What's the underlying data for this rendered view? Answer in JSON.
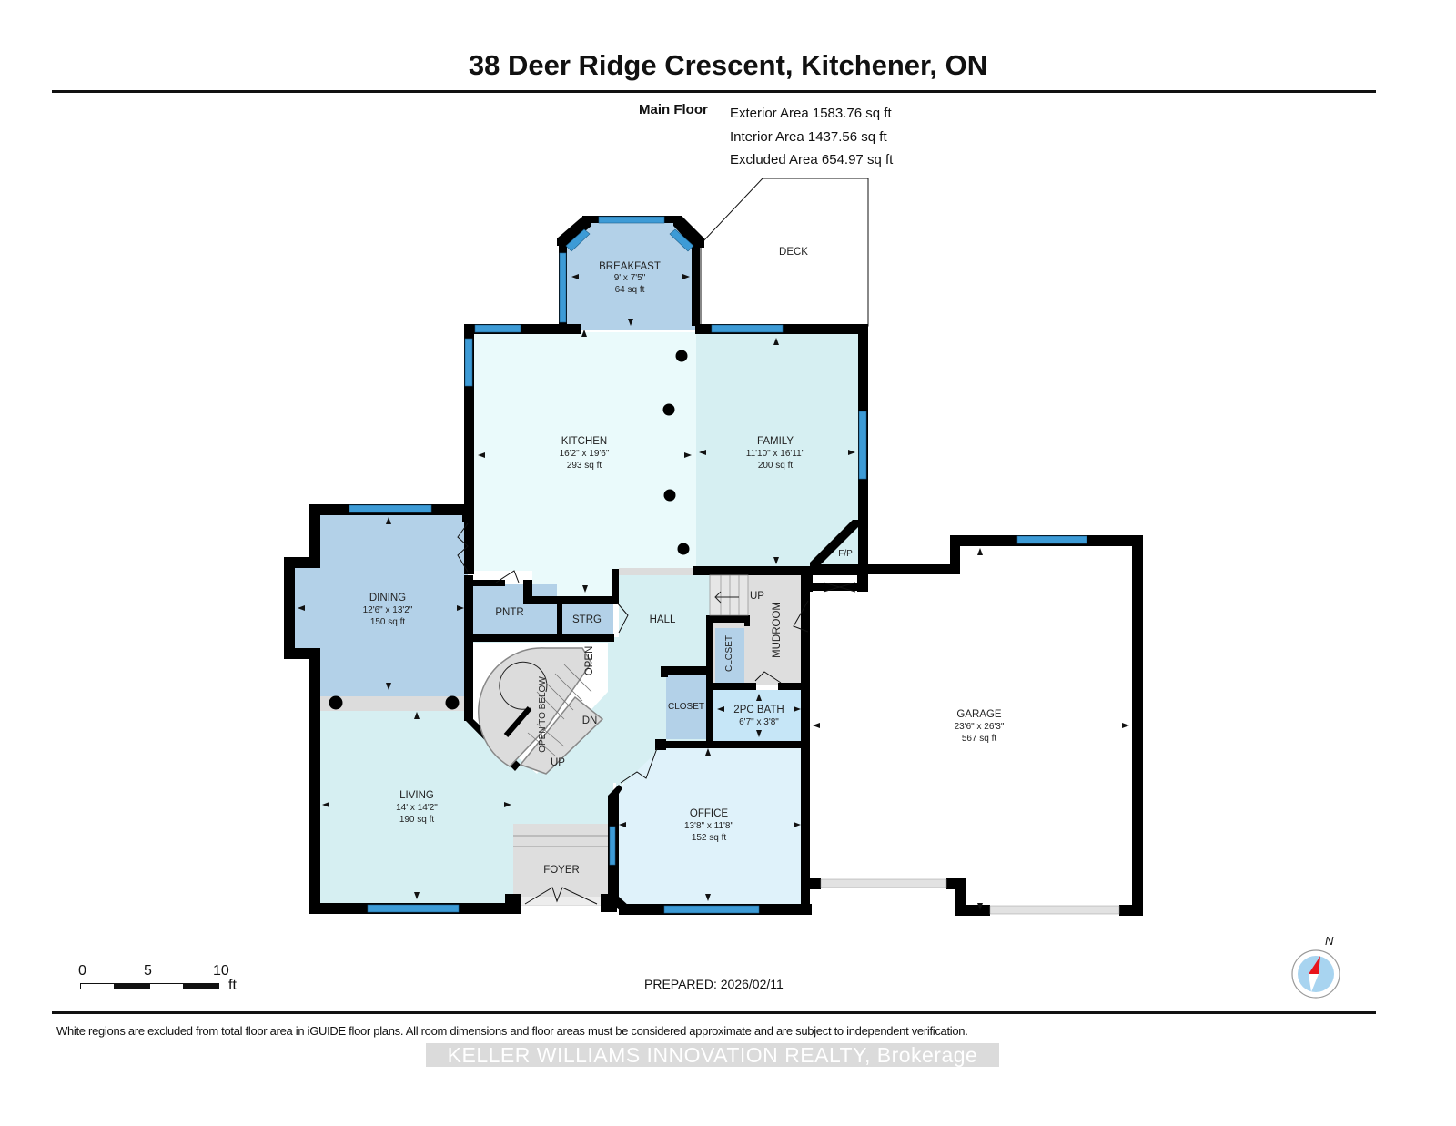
{
  "header": {
    "title": "38 Deer Ridge Crescent, Kitchener, ON",
    "floor_label": "Main Floor",
    "exterior_area": "Exterior Area 1583.76 sq ft",
    "interior_area": "Interior Area 1437.56 sq ft",
    "excluded_area": "Excluded Area 654.97 sq ft"
  },
  "colors": {
    "wall": "#000000",
    "window": "#3d9bd6",
    "room_blue": "#b3d1e8",
    "room_light": "#d6eff2",
    "room_pale": "#eafafb",
    "room_office": "#dff2fa",
    "room_bath": "#c6e6f7",
    "room_grey": "#dedede",
    "excluded": "#ffffff",
    "compass_red": "#e8141c",
    "compass_blue": "#a8d4f0"
  },
  "rooms": {
    "breakfast": {
      "name": "BREAKFAST",
      "dims": "9' x 7'5\"",
      "area": "64 sq ft"
    },
    "deck": {
      "name": "DECK"
    },
    "kitchen": {
      "name": "KITCHEN",
      "dims": "16'2\" x 19'6\"",
      "area": "293 sq ft"
    },
    "family": {
      "name": "FAMILY",
      "dims": "11'10\" x 16'11\"",
      "area": "200 sq ft"
    },
    "fp": {
      "name": "F/P"
    },
    "dining": {
      "name": "DINING",
      "dims": "12'6\" x 13'2\"",
      "area": "150 sq ft"
    },
    "pntr": {
      "name": "PNTR"
    },
    "strg": {
      "name": "STRG"
    },
    "hall": {
      "name": "HALL"
    },
    "up_mudroom_stairs": {
      "name": "UP"
    },
    "mudroom": {
      "name": "MUDROOM"
    },
    "closet_mudroom": {
      "name": "CLOSET"
    },
    "closet_hall": {
      "name": "CLOSET"
    },
    "bath": {
      "name": "2PC BATH",
      "dims": "6'7\" x 3'8\""
    },
    "open": {
      "name": "OPEN"
    },
    "open_to_below": {
      "name": "OPEN TO BELOW"
    },
    "stairs_dn": {
      "name": "DN"
    },
    "stairs_up": {
      "name": "UP"
    },
    "garage": {
      "name": "GARAGE",
      "dims": "23'6\" x 26'3\"",
      "area": "567 sq ft"
    },
    "living": {
      "name": "LIVING",
      "dims": "14' x 14'2\"",
      "area": "190 sq ft"
    },
    "foyer": {
      "name": "FOYER"
    },
    "office": {
      "name": "OFFICE",
      "dims": "13'8\" x 11'8\"",
      "area": "152 sq ft"
    }
  },
  "scale_bar": {
    "labels": [
      "0",
      "5",
      "10"
    ],
    "unit": "ft"
  },
  "prepared": "PREPARED: 2026/02/11",
  "compass": {
    "label": "N"
  },
  "footer": {
    "disclaimer": "White regions are excluded from total floor area in iGUIDE floor plans. All room dimensions and floor areas must be considered approximate and are subject to independent verification.",
    "watermark": "KELLER WILLIAMS INNOVATION REALTY, Brokerage"
  }
}
